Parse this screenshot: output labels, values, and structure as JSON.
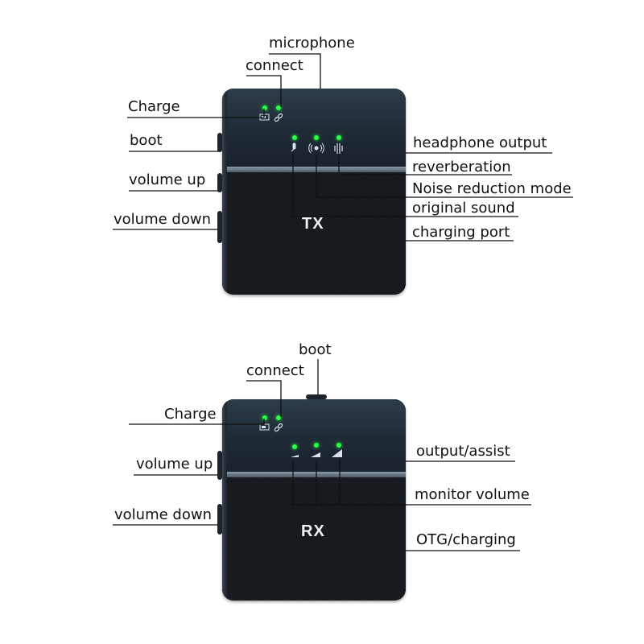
{
  "tx": {
    "model": "TX",
    "labels": {
      "microphone": "microphone",
      "connect": "connect",
      "charge": "Charge",
      "boot": "boot",
      "volume_up": "volume up",
      "volume_down": "volume down",
      "headphone_output": "headphone output",
      "reverberation": "reverberation",
      "noise_reduction": "Noise reduction mode",
      "original_sound": "original sound",
      "charging_port": "charging port"
    },
    "icons": [
      "battery-icon",
      "link-icon",
      "microphone-icon",
      "noise-reduction-icon",
      "reverb-icon"
    ]
  },
  "rx": {
    "model": "RX",
    "labels": {
      "boot": "boot",
      "connect": "connect",
      "charge": "Charge",
      "volume_up": "volume up",
      "volume_down": "volume down",
      "output_assist": "output/assist",
      "monitor_volume": "monitor volume",
      "otg_charging": "OTG/charging"
    },
    "icons": [
      "battery-icon",
      "link-icon",
      "volume-level-icon"
    ]
  },
  "colors": {
    "led": "#2aff45",
    "device": "#1d2731",
    "line": "#111111"
  }
}
